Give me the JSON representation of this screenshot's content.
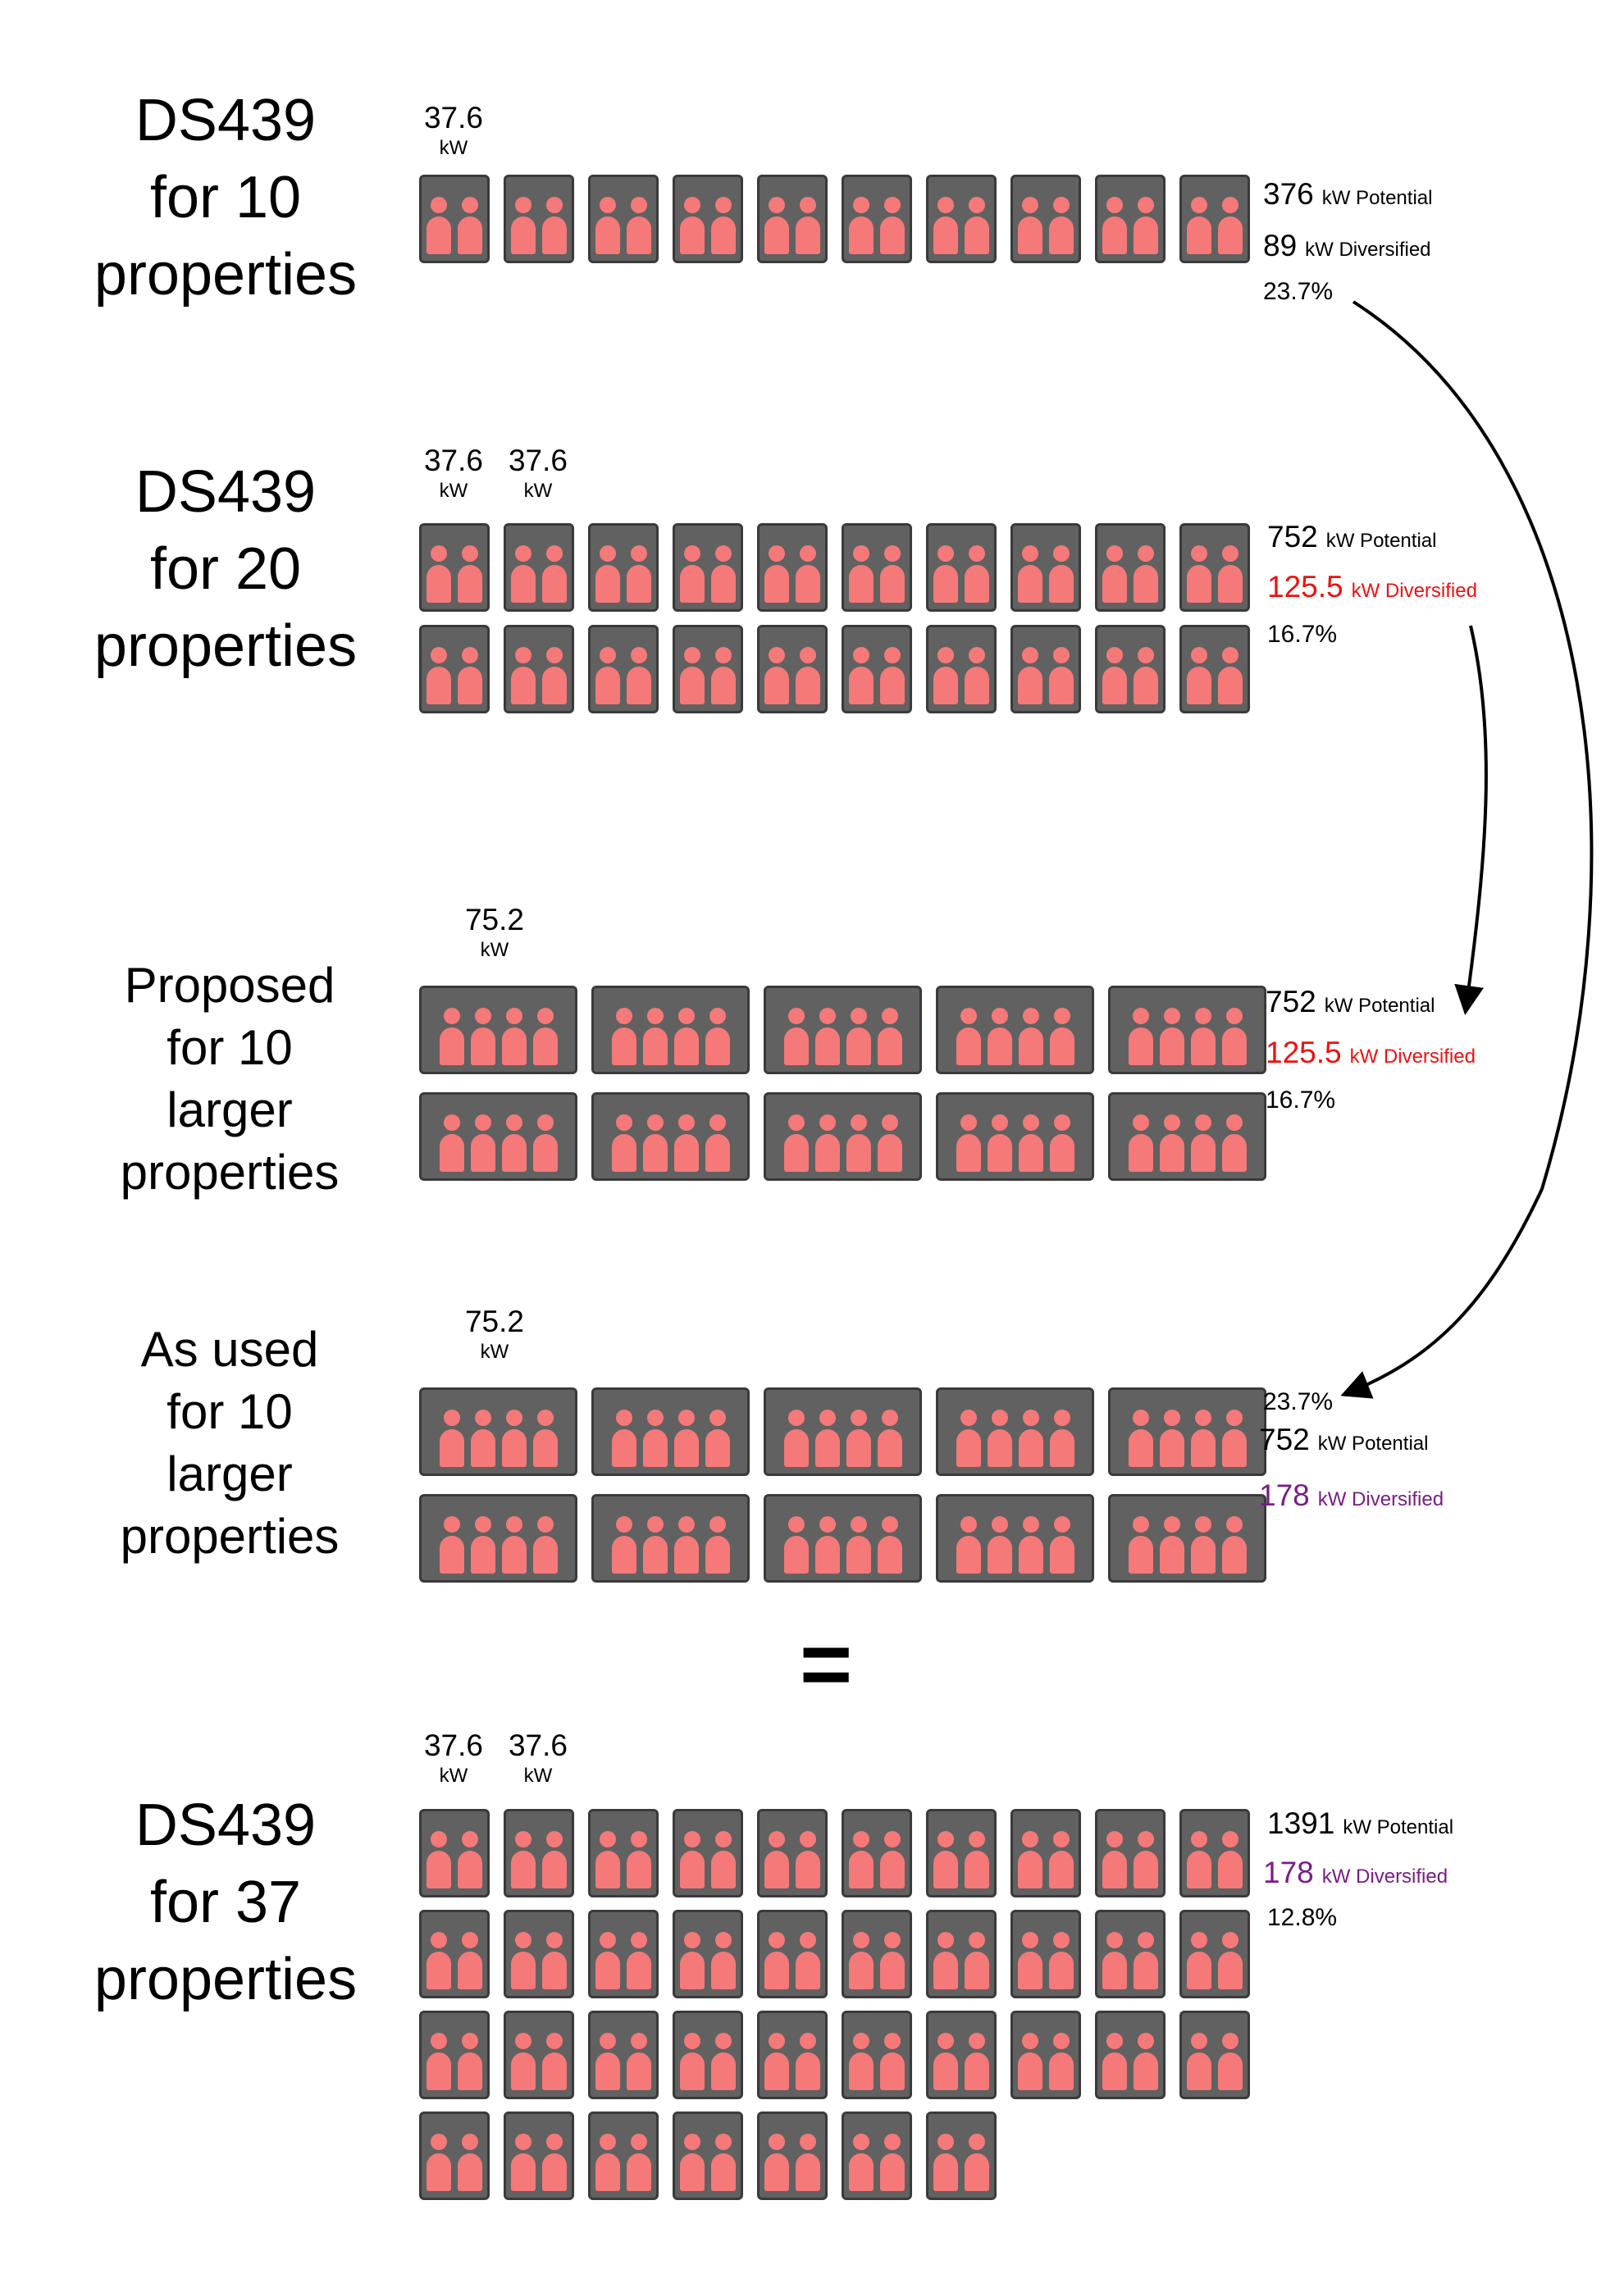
{
  "sections": {
    "s1": {
      "title_lines": [
        "DS439",
        "for 10",
        "properties"
      ],
      "kw_labels": [
        {
          "value": "37.6",
          "unit": "kW"
        }
      ],
      "potential": {
        "value": "376",
        "label": "kW Potential"
      },
      "diversified": {
        "value": "89",
        "label": "kW Diversified"
      },
      "percent": "23.7%",
      "properties": {
        "count": 10,
        "size": "small",
        "occupants": 2
      }
    },
    "s2": {
      "title_lines": [
        "DS439",
        "for 20",
        "properties"
      ],
      "kw_labels": [
        {
          "value": "37.6",
          "unit": "kW"
        },
        {
          "value": "37.6",
          "unit": "kW"
        }
      ],
      "potential": {
        "value": "752",
        "label": "kW Potential"
      },
      "diversified": {
        "value": "125.5",
        "label": "kW Diversified"
      },
      "percent": "16.7%",
      "properties": {
        "count": 20,
        "size": "small",
        "occupants": 2
      }
    },
    "s3": {
      "title_lines": [
        "Proposed",
        "for 10",
        "larger",
        "properties"
      ],
      "kw_labels": [
        {
          "value": "75.2",
          "unit": "kW"
        }
      ],
      "potential": {
        "value": "752",
        "label": "kW Potential"
      },
      "diversified": {
        "value": "125.5",
        "label": "kW Diversified"
      },
      "percent": "16.7%",
      "properties": {
        "count": 10,
        "size": "large",
        "occupants": 4
      }
    },
    "s4": {
      "title_lines": [
        "As used",
        "for 10",
        "larger",
        "properties"
      ],
      "kw_labels": [
        {
          "value": "75.2",
          "unit": "kW"
        }
      ],
      "percent": "23.7%",
      "potential": {
        "value": "752",
        "label": "kW Potential"
      },
      "diversified": {
        "value": "178",
        "label": "kW Diversified"
      },
      "properties": {
        "count": 10,
        "size": "large",
        "occupants": 4
      }
    },
    "equals": "=",
    "s5": {
      "title_lines": [
        "DS439",
        "for 37",
        "properties"
      ],
      "kw_labels": [
        {
          "value": "37.6",
          "unit": "kW"
        },
        {
          "value": "37.6",
          "unit": "kW"
        }
      ],
      "potential": {
        "value": "1391",
        "label": "kW Potential"
      },
      "diversified": {
        "value": "178",
        "label": "kW Diversified"
      },
      "percent": "12.8%",
      "properties": {
        "count": 37,
        "size": "small",
        "occupants": 2
      }
    }
  },
  "colors": {
    "property_fill": "#616161",
    "occupant": "#f57979",
    "highlight_red": "#ee1111",
    "highlight_purple": "#7a1d87"
  },
  "icons": [
    "property-icon",
    "person-icon",
    "arrow-icon"
  ]
}
